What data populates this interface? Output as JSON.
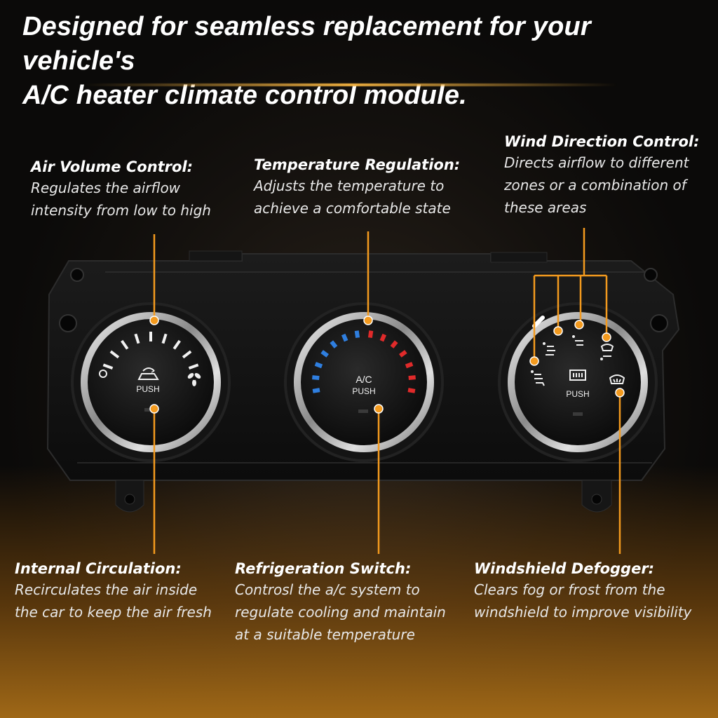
{
  "headline": {
    "line1": "Designed for seamless replacement for your vehicle's",
    "line2": "A/C heater climate control module."
  },
  "callouts": {
    "air_volume": {
      "title": "Air Volume Control:",
      "desc": [
        "Regulates the airflow",
        "intensity from low to high"
      ]
    },
    "temperature": {
      "title": "Temperature Regulation:",
      "desc": [
        "Adjusts the temperature to",
        "achieve a comfortable state"
      ]
    },
    "wind_direction": {
      "title": "Wind Direction Control:",
      "desc": [
        "Directs airflow to different",
        "zones or a combination of",
        "these areas"
      ]
    },
    "internal_circulation": {
      "title": "Internal Circulation:",
      "desc": [
        "Recirculates the air inside",
        "the car to keep the air fresh"
      ]
    },
    "refrigeration": {
      "title": "Refrigeration Switch:",
      "desc": [
        "Controsl the a/c system to",
        "regulate cooling and maintain",
        "at a suitable temperature"
      ]
    },
    "defogger": {
      "title": "Windshield Defogger:",
      "desc": [
        "Clears fog or frost from the",
        "windshield to improve visibility"
      ]
    }
  },
  "knobs": {
    "left": {
      "push_label": "PUSH"
    },
    "center": {
      "ac_label": "A/C",
      "push_label": "PUSH"
    },
    "right": {
      "push_label": "PUSH"
    }
  },
  "colors": {
    "accent": "#f39a1e",
    "cold": "#2f7fe0",
    "hot": "#e02a2a",
    "panel": "#111111"
  }
}
